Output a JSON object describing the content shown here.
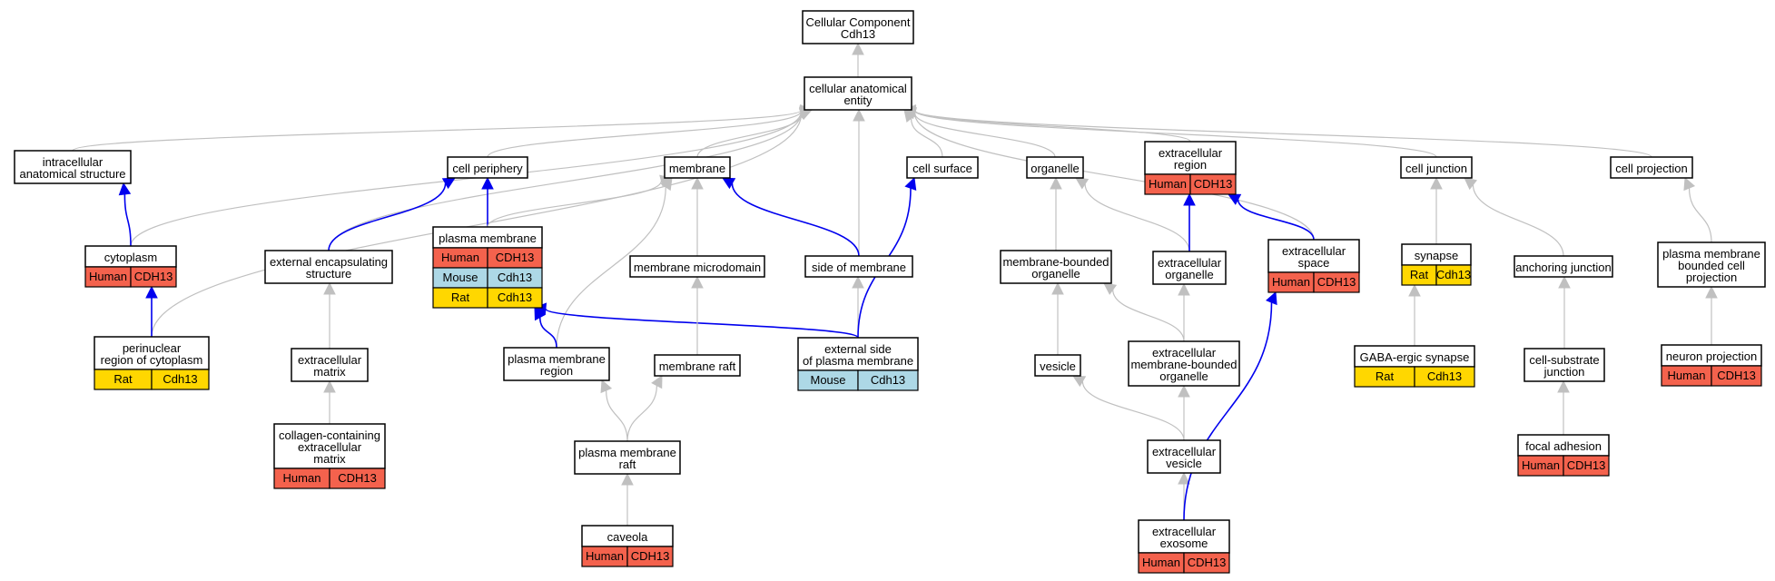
{
  "colors": {
    "Human": "#f4624d",
    "Mouse": "#add8e6",
    "Rat": "#ffd700",
    "grey_edge": "#c0c0c0",
    "blue_edge": "#0000ee"
  },
  "nodes": [
    {
      "id": "root",
      "lines": [
        "Cellular Component",
        "Cdh13"
      ]
    },
    {
      "id": "cae",
      "lines": [
        "cellular anatomical",
        "entity"
      ]
    },
    {
      "id": "ias",
      "lines": [
        "intracellular",
        "anatomical structure"
      ]
    },
    {
      "id": "cyto",
      "lines": [
        "cytoplasm"
      ],
      "species": [
        [
          "Human",
          "CDH13"
        ]
      ]
    },
    {
      "id": "peri",
      "lines": [
        "perinuclear",
        "region of cytoplasm"
      ],
      "species": [
        [
          "Rat",
          "Cdh13"
        ]
      ]
    },
    {
      "id": "cp",
      "lines": [
        "cell periphery"
      ]
    },
    {
      "id": "ees",
      "lines": [
        "external encapsulating",
        "structure"
      ]
    },
    {
      "id": "ecm",
      "lines": [
        "extracellular",
        "matrix"
      ]
    },
    {
      "id": "ccecm",
      "lines": [
        "collagen-containing",
        "extracellular",
        "matrix"
      ],
      "species": [
        [
          "Human",
          "CDH13"
        ]
      ]
    },
    {
      "id": "pm",
      "lines": [
        "plasma membrane"
      ],
      "species": [
        [
          "Human",
          "CDH13"
        ],
        [
          "Mouse",
          "Cdh13"
        ],
        [
          "Rat",
          "Cdh13"
        ]
      ]
    },
    {
      "id": "pmr",
      "lines": [
        "plasma membrane",
        "region"
      ]
    },
    {
      "id": "mem",
      "lines": [
        "membrane"
      ]
    },
    {
      "id": "mmd",
      "lines": [
        "membrane microdomain"
      ]
    },
    {
      "id": "mraft",
      "lines": [
        "membrane raft"
      ]
    },
    {
      "id": "pmraft",
      "lines": [
        "plasma membrane",
        "raft"
      ]
    },
    {
      "id": "cav",
      "lines": [
        "caveola"
      ],
      "species": [
        [
          "Human",
          "CDH13"
        ]
      ]
    },
    {
      "id": "som",
      "lines": [
        "side of membrane"
      ]
    },
    {
      "id": "espm",
      "lines": [
        "external side",
        "of plasma membrane"
      ],
      "species": [
        [
          "Mouse",
          "Cdh13"
        ]
      ]
    },
    {
      "id": "cs",
      "lines": [
        "cell surface"
      ]
    },
    {
      "id": "org",
      "lines": [
        "organelle"
      ]
    },
    {
      "id": "mbo",
      "lines": [
        "membrane-bounded",
        "organelle"
      ]
    },
    {
      "id": "ves",
      "lines": [
        "vesicle"
      ]
    },
    {
      "id": "eco",
      "lines": [
        "extracellular",
        "organelle"
      ]
    },
    {
      "id": "embo",
      "lines": [
        "extracellular",
        "membrane-bounded",
        "organelle"
      ]
    },
    {
      "id": "ev",
      "lines": [
        "extracellular",
        "vesicle"
      ]
    },
    {
      "id": "exo",
      "lines": [
        "extracellular",
        "exosome"
      ],
      "species": [
        [
          "Human",
          "CDH13"
        ]
      ]
    },
    {
      "id": "ecr",
      "lines": [
        "extracellular",
        "region"
      ],
      "species": [
        [
          "Human",
          "CDH13"
        ]
      ]
    },
    {
      "id": "ecs",
      "lines": [
        "extracellular",
        "space"
      ],
      "species": [
        [
          "Human",
          "CDH13"
        ]
      ]
    },
    {
      "id": "cj",
      "lines": [
        "cell junction"
      ]
    },
    {
      "id": "syn",
      "lines": [
        "synapse"
      ],
      "species": [
        [
          "Rat",
          "Cdh13"
        ]
      ]
    },
    {
      "id": "gaba",
      "lines": [
        "GABA-ergic synapse"
      ],
      "species": [
        [
          "Rat",
          "Cdh13"
        ]
      ]
    },
    {
      "id": "aj",
      "lines": [
        "anchoring junction"
      ]
    },
    {
      "id": "csj",
      "lines": [
        "cell-substrate",
        "junction"
      ]
    },
    {
      "id": "fa",
      "lines": [
        "focal adhesion"
      ],
      "species": [
        [
          "Human",
          "CDH13"
        ]
      ]
    },
    {
      "id": "cpj",
      "lines": [
        "cell projection"
      ]
    },
    {
      "id": "pmbcp",
      "lines": [
        "plasma membrane",
        "bounded cell",
        "projection"
      ]
    },
    {
      "id": "np",
      "lines": [
        "neuron projection"
      ],
      "species": [
        [
          "Human",
          "CDH13"
        ]
      ]
    }
  ],
  "edges": [
    {
      "from": "cae",
      "to": "root",
      "kind": "grey"
    },
    {
      "from": "ias",
      "to": "cae",
      "kind": "grey"
    },
    {
      "from": "cyto",
      "to": "cae",
      "kind": "grey"
    },
    {
      "from": "peri",
      "to": "cae",
      "kind": "grey"
    },
    {
      "from": "ees",
      "to": "cae",
      "kind": "grey"
    },
    {
      "from": "cp",
      "to": "cae",
      "kind": "grey"
    },
    {
      "from": "mem",
      "to": "cae",
      "kind": "grey"
    },
    {
      "from": "som",
      "to": "cae",
      "kind": "grey"
    },
    {
      "from": "cs",
      "to": "cae",
      "kind": "grey"
    },
    {
      "from": "org",
      "to": "cae",
      "kind": "grey"
    },
    {
      "from": "ecr",
      "to": "cae",
      "kind": "grey"
    },
    {
      "from": "ecs",
      "to": "cae",
      "kind": "grey"
    },
    {
      "from": "cj",
      "to": "cae",
      "kind": "grey"
    },
    {
      "from": "cpj",
      "to": "cae",
      "kind": "grey"
    },
    {
      "from": "cyto",
      "to": "ias",
      "kind": "blue"
    },
    {
      "from": "peri",
      "to": "cyto",
      "kind": "blue"
    },
    {
      "from": "ees",
      "to": "cp",
      "kind": "blue"
    },
    {
      "from": "pm",
      "to": "cp",
      "kind": "blue"
    },
    {
      "from": "pm",
      "to": "mem",
      "kind": "grey"
    },
    {
      "from": "pmr",
      "to": "mem",
      "kind": "grey"
    },
    {
      "from": "pmr",
      "to": "pm",
      "kind": "blue"
    },
    {
      "from": "espm",
      "to": "pm",
      "kind": "blue"
    },
    {
      "from": "espm",
      "to": "som",
      "kind": "grey"
    },
    {
      "from": "espm",
      "to": "cs",
      "kind": "blue"
    },
    {
      "from": "som",
      "to": "mem",
      "kind": "blue"
    },
    {
      "from": "mmd",
      "to": "mem",
      "kind": "grey"
    },
    {
      "from": "mraft",
      "to": "mmd",
      "kind": "grey"
    },
    {
      "from": "pmraft",
      "to": "pmr",
      "kind": "grey"
    },
    {
      "from": "pmraft",
      "to": "mraft",
      "kind": "grey"
    },
    {
      "from": "cav",
      "to": "pmraft",
      "kind": "grey"
    },
    {
      "from": "ecm",
      "to": "ees",
      "kind": "grey"
    },
    {
      "from": "ccecm",
      "to": "ecm",
      "kind": "grey"
    },
    {
      "from": "mbo",
      "to": "org",
      "kind": "grey"
    },
    {
      "from": "eco",
      "to": "org",
      "kind": "grey"
    },
    {
      "from": "eco",
      "to": "ecr",
      "kind": "blue"
    },
    {
      "from": "ecs",
      "to": "ecr",
      "kind": "blue"
    },
    {
      "from": "ves",
      "to": "mbo",
      "kind": "grey"
    },
    {
      "from": "embo",
      "to": "mbo",
      "kind": "grey"
    },
    {
      "from": "embo",
      "to": "eco",
      "kind": "grey"
    },
    {
      "from": "ev",
      "to": "ves",
      "kind": "grey"
    },
    {
      "from": "ev",
      "to": "embo",
      "kind": "grey"
    },
    {
      "from": "exo",
      "to": "ev",
      "kind": "grey"
    },
    {
      "from": "exo",
      "to": "ecs",
      "kind": "blue"
    },
    {
      "from": "syn",
      "to": "cj",
      "kind": "grey"
    },
    {
      "from": "gaba",
      "to": "syn",
      "kind": "grey"
    },
    {
      "from": "aj",
      "to": "cj",
      "kind": "grey"
    },
    {
      "from": "csj",
      "to": "aj",
      "kind": "grey"
    },
    {
      "from": "fa",
      "to": "csj",
      "kind": "grey"
    },
    {
      "from": "pmbcp",
      "to": "cpj",
      "kind": "grey"
    },
    {
      "from": "np",
      "to": "pmbcp",
      "kind": "grey"
    }
  ]
}
